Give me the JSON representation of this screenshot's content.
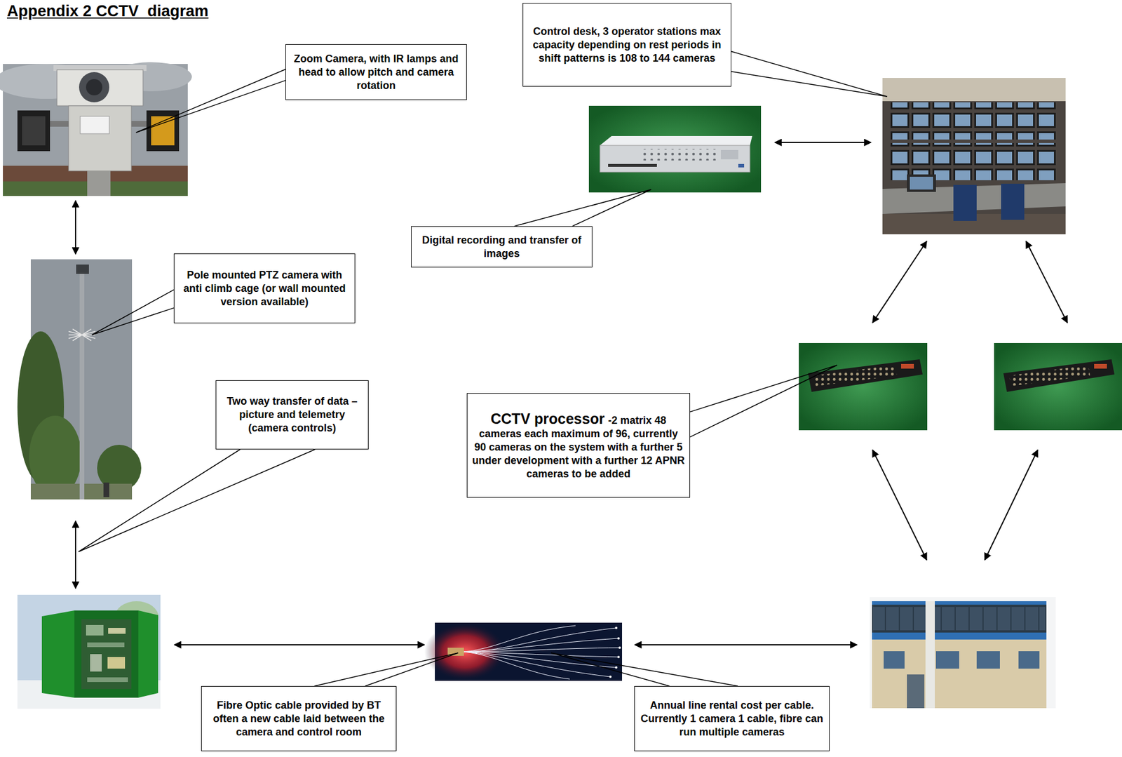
{
  "diagram": {
    "title": "Appendix 2 CCTV  diagram",
    "nodes": [
      {
        "text": [
          "Zoom Camera, with IR lamps and head to allow pitch and camera rotation"
        ]
      },
      {
        "text": [
          "Control desk, 3 operator stations max capacity depending on rest periods in shift patterns is 108 to 144 cameras"
        ]
      },
      {
        "text": [
          "Digital recording and transfer of images"
        ]
      },
      {
        "text": [
          "Pole mounted PTZ camera with anti climb cage (or wall mounted version available)"
        ]
      },
      {
        "text": [
          "Two way transfer of data – picture and telemetry (camera controls)"
        ]
      },
      {
        "text": [
          "CCTV processor",
          "-2 matrix 48 cameras each maximum of 96, currently 90 cameras on the system with a further 5 under development with a further 12 APNR cameras to be added"
        ]
      },
      {
        "text": [
          "Fibre Optic cable provided by BT often a new cable laid between the camera and control room"
        ]
      },
      {
        "text": [
          "Annual line rental cost per cable. Currently 1 camera 1 cable, fibre can run multiple cameras"
        ]
      }
    ]
  }
}
